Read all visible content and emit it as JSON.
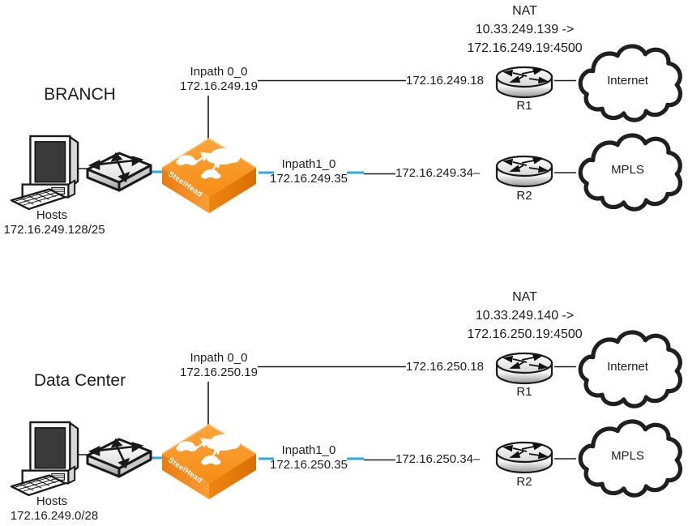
{
  "diagram_title": "SteelHead branch / data center network diagram",
  "colors": {
    "link_blue": "#29ABE2",
    "appliance_orange": "#F7941E",
    "line_black": "#1a1a1a"
  },
  "sections": [
    {
      "title": "BRANCH",
      "nat_line1": "NAT",
      "nat_line2": "10.33.249.139 ->",
      "nat_line3": "172.16.249.19:4500",
      "inpath0_label": "Inpath 0_0",
      "inpath0_ip": "172.16.249.19",
      "wan0_ip": "172.16.249.18",
      "inpath1_label": "Inpath1_0",
      "inpath1_ip": "172.16.249.35",
      "wan1_ip": "172.16.249.34–",
      "router1_label": "R1",
      "router2_label": "R2",
      "cloud1_label": "Internet",
      "cloud2_label": "MPLS",
      "hosts_label": "Hosts",
      "hosts_subnet": "172.16.249.128/25",
      "appliance_label": "SteelHead"
    },
    {
      "title": "Data Center",
      "nat_line1": "NAT",
      "nat_line2": "10.33.249.140 ->",
      "nat_line3": "172.16.250.19:4500",
      "inpath0_label": "Inpath 0_0",
      "inpath0_ip": "172.16.250.19",
      "wan0_ip": "172.16.250.18",
      "inpath1_label": "Inpath1_0",
      "inpath1_ip": "172.16.250.35",
      "wan1_ip": "172.16.250.34–",
      "router1_label": "R1",
      "router2_label": "R2",
      "cloud1_label": "Internet",
      "cloud2_label": "MPLS",
      "hosts_label": "Hosts",
      "hosts_subnet": "172.16.249.0/28",
      "appliance_label": "SteelHead"
    }
  ]
}
